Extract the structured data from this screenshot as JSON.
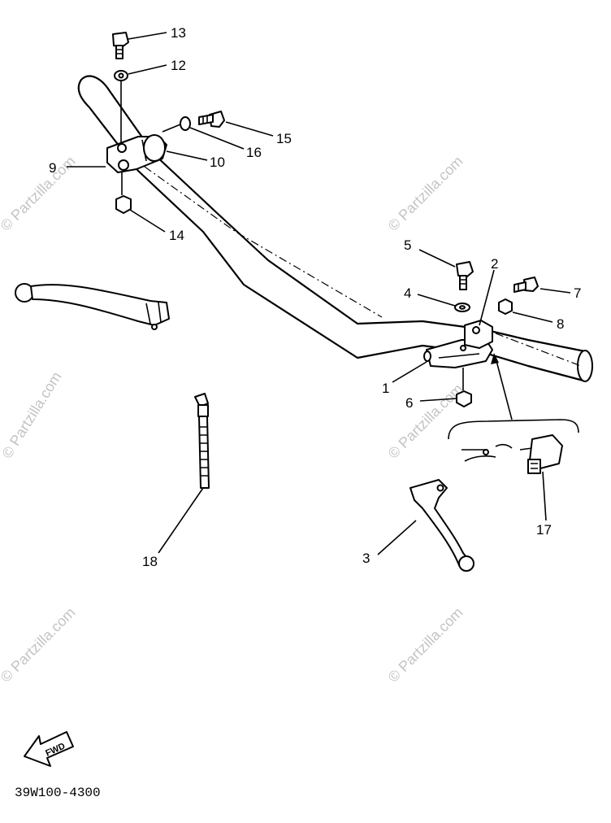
{
  "diagram_code": "39W100-4300",
  "fwd_label": "FWD",
  "watermark": "© Partzilla.com",
  "callouts": [
    {
      "id": "1",
      "label": "1"
    },
    {
      "id": "2",
      "label": "2"
    },
    {
      "id": "3",
      "label": "3"
    },
    {
      "id": "4",
      "label": "4"
    },
    {
      "id": "5",
      "label": "5"
    },
    {
      "id": "6",
      "label": "6"
    },
    {
      "id": "7",
      "label": "7"
    },
    {
      "id": "8",
      "label": "8"
    },
    {
      "id": "9",
      "label": "9"
    },
    {
      "id": "10",
      "label": "10"
    },
    {
      "id": "12",
      "label": "12"
    },
    {
      "id": "13",
      "label": "13"
    },
    {
      "id": "14",
      "label": "14"
    },
    {
      "id": "15",
      "label": "15"
    },
    {
      "id": "16",
      "label": "16"
    },
    {
      "id": "17",
      "label": "17"
    },
    {
      "id": "18",
      "label": "18"
    }
  ]
}
